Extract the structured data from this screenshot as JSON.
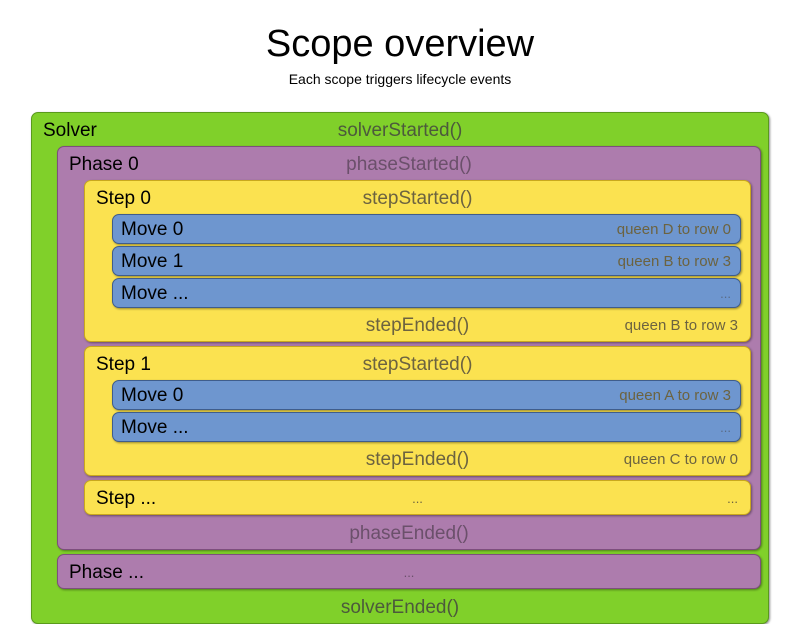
{
  "header": {
    "title": "Scope overview",
    "subtitle": "Each scope triggers lifecycle events"
  },
  "colors": {
    "solver_green": "#80d02a",
    "phase_purple": "#ad7cad",
    "step_yellow": "#fbe250",
    "move_blue": "#6e96cf",
    "event_text": "#555555",
    "label_text": "#000000"
  },
  "diagram": {
    "solver": {
      "label": "Solver",
      "started_event": "solverStarted()",
      "ended_event": "solverEnded()",
      "phases": [
        {
          "label": "Phase 0",
          "started_event": "phaseStarted()",
          "ended_event": "phaseEnded()",
          "steps": [
            {
              "label": "Step 0",
              "started_event": "stepStarted()",
              "ended_event": "stepEnded()",
              "ended_detail": "queen B to row 3",
              "moves": [
                {
                  "label": "Move 0",
                  "detail": "queen D to row 0"
                },
                {
                  "label": "Move 1",
                  "detail": "queen B to row 3"
                },
                {
                  "label": "Move ...",
                  "detail": "..."
                }
              ]
            },
            {
              "label": "Step 1",
              "started_event": "stepStarted()",
              "ended_event": "stepEnded()",
              "ended_detail": "queen C to row 0",
              "moves": [
                {
                  "label": "Move 0",
                  "detail": "queen A to row 3"
                },
                {
                  "label": "Move ...",
                  "detail": "..."
                }
              ]
            }
          ],
          "more_step": {
            "label": "Step ...",
            "center": "...",
            "right": "..."
          }
        }
      ],
      "more_phase": {
        "label": "Phase ...",
        "center": "..."
      }
    }
  }
}
